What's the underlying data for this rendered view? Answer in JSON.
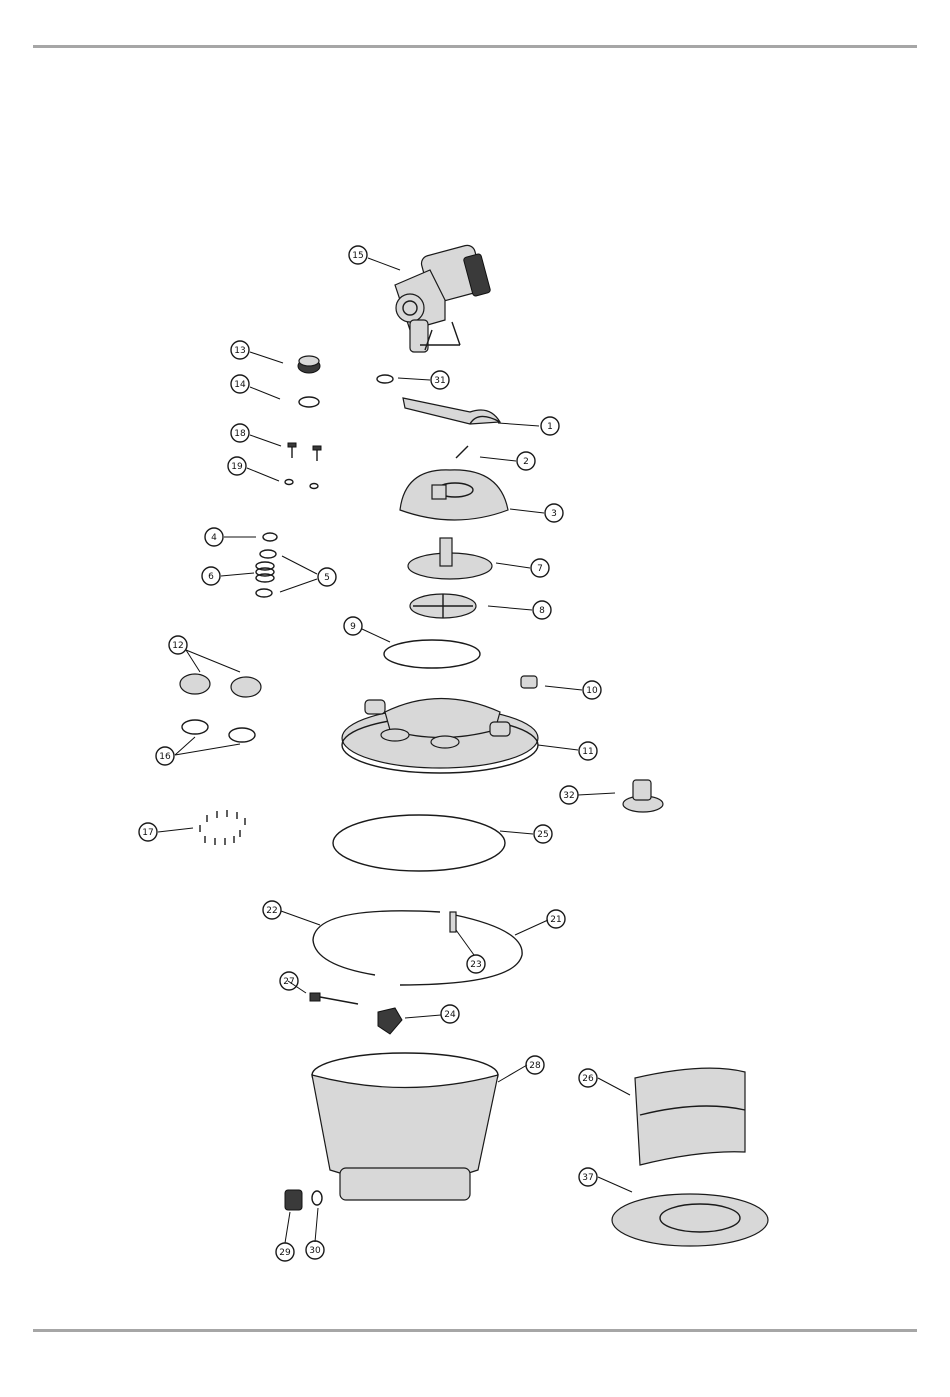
{
  "callouts": [
    {
      "id": "c15",
      "label": "15"
    },
    {
      "id": "c13",
      "label": "13"
    },
    {
      "id": "c31",
      "label": "31"
    },
    {
      "id": "c14",
      "label": "14"
    },
    {
      "id": "c1",
      "label": "1"
    },
    {
      "id": "c18",
      "label": "18"
    },
    {
      "id": "c2",
      "label": "2"
    },
    {
      "id": "c19",
      "label": "19"
    },
    {
      "id": "c3",
      "label": "3"
    },
    {
      "id": "c4",
      "label": "4"
    },
    {
      "id": "c7",
      "label": "7"
    },
    {
      "id": "c6",
      "label": "6"
    },
    {
      "id": "c5",
      "label": "5"
    },
    {
      "id": "c8",
      "label": "8"
    },
    {
      "id": "c9",
      "label": "9"
    },
    {
      "id": "c12",
      "label": "12"
    },
    {
      "id": "c10",
      "label": "10"
    },
    {
      "id": "c16",
      "label": "16"
    },
    {
      "id": "c11",
      "label": "11"
    },
    {
      "id": "c32",
      "label": "32"
    },
    {
      "id": "c17",
      "label": "17"
    },
    {
      "id": "c25",
      "label": "25"
    },
    {
      "id": "c22",
      "label": "22"
    },
    {
      "id": "c21",
      "label": "21"
    },
    {
      "id": "c23",
      "label": "23"
    },
    {
      "id": "c27",
      "label": "27"
    },
    {
      "id": "c24",
      "label": "24"
    },
    {
      "id": "c28",
      "label": "28"
    },
    {
      "id": "c26",
      "label": "26"
    },
    {
      "id": "c37",
      "label": "37"
    },
    {
      "id": "c29",
      "label": "29"
    },
    {
      "id": "c30",
      "label": "30"
    }
  ]
}
